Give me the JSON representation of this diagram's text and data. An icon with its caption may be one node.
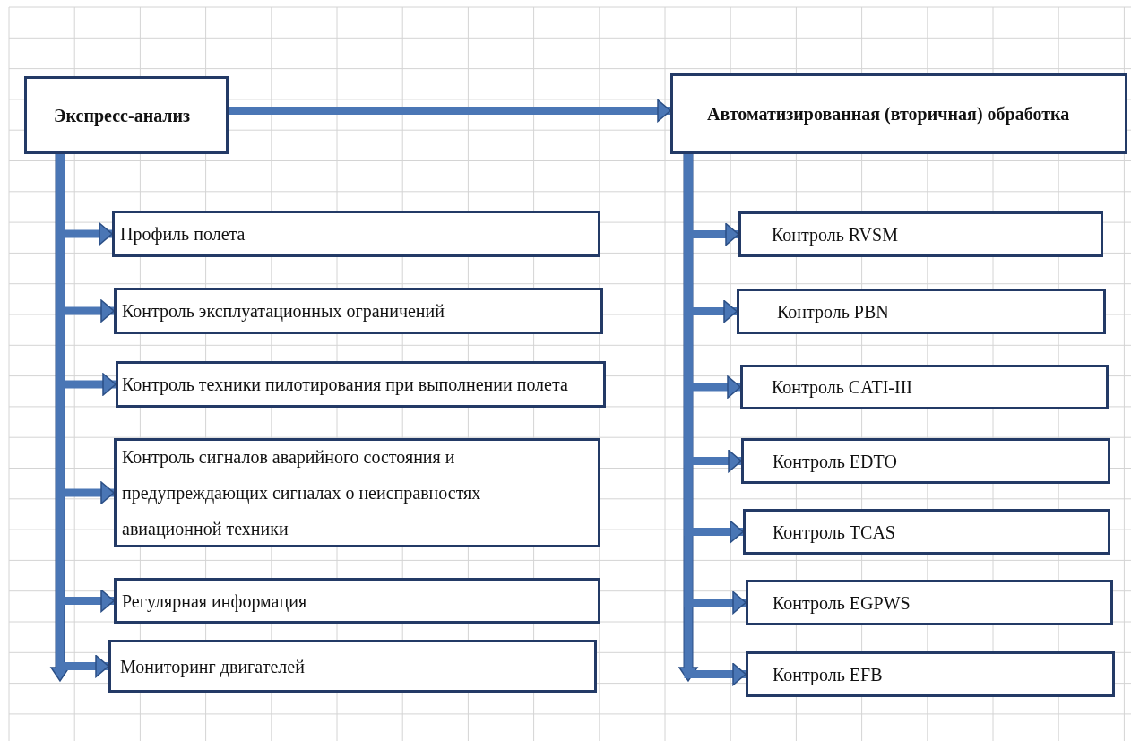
{
  "diagram": {
    "nodes": [
      {
        "text": [
          "Экспресс-анализ"
        ]
      },
      {
        "text": [
          "Автоматизированная (вторичная) обработка"
        ]
      },
      {
        "text": [
          "Профиль полета"
        ]
      },
      {
        "text": [
          "Контроль эксплуатационных ограничений"
        ]
      },
      {
        "text": [
          "Контроль техники пилотирования при выполнении полета"
        ]
      },
      {
        "text": [
          "Контроль сигналов аварийного состояния и предупреждающих сигналах о неисправностях авиационной техники"
        ]
      },
      {
        "text": [
          "Регулярная информация"
        ]
      },
      {
        "text": [
          "Мониторинг двигателей"
        ]
      },
      {
        "text": [
          "Контроль RVSM"
        ]
      },
      {
        "text": [
          "Контроль PBN"
        ]
      },
      {
        "text": [
          "Контроль CATI-III"
        ]
      },
      {
        "text": [
          "Контроль EDTO"
        ]
      },
      {
        "text": [
          "Контроль TCAS"
        ]
      },
      {
        "text": [
          "Контроль EGPWS"
        ]
      },
      {
        "text": [
          "Контроль EFB"
        ]
      }
    ],
    "edges": [
      {
        "from": 0,
        "to": 1,
        "arrow": "to"
      },
      {
        "from": 0,
        "to": 2,
        "arrow": "to"
      },
      {
        "from": 0,
        "to": 3,
        "arrow": "to"
      },
      {
        "from": 0,
        "to": 4,
        "arrow": "to"
      },
      {
        "from": 0,
        "to": 5,
        "arrow": "to"
      },
      {
        "from": 0,
        "to": 6,
        "arrow": "to"
      },
      {
        "from": 0,
        "to": 7,
        "arrow": "to"
      },
      {
        "from": 1,
        "to": 8,
        "arrow": "to"
      },
      {
        "from": 1,
        "to": 9,
        "arrow": "to"
      },
      {
        "from": 1,
        "to": 10,
        "arrow": "to"
      },
      {
        "from": 1,
        "to": 11,
        "arrow": "to"
      },
      {
        "from": 1,
        "to": 12,
        "arrow": "to"
      },
      {
        "from": 1,
        "to": 13,
        "arrow": "to"
      },
      {
        "from": 1,
        "to": 14,
        "arrow": "to"
      }
    ]
  }
}
